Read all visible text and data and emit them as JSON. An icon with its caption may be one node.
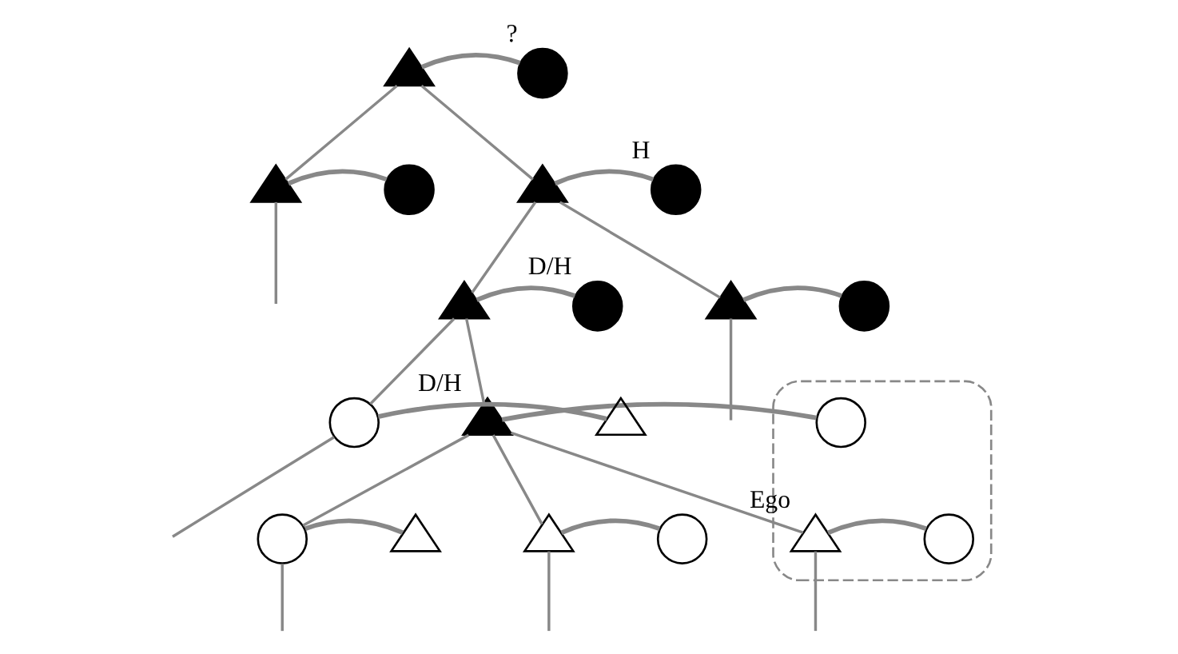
{
  "diagram": {
    "nodes": [
      {
        "text": [],
        "shape": "triangle"
      },
      {
        "text": [],
        "shape": "circle",
        "beside": [
          "?"
        ]
      },
      {
        "text": [],
        "shape": "triangle"
      },
      {
        "text": [],
        "shape": "circle"
      },
      {
        "text": [],
        "shape": "triangle"
      },
      {
        "text": [],
        "shape": "circle",
        "beside": [
          "H"
        ]
      },
      {
        "text": [],
        "shape": "triangle"
      },
      {
        "text": [],
        "shape": "circle",
        "beside": [
          "D/H"
        ]
      },
      {
        "text": [],
        "shape": "triangle"
      },
      {
        "text": [],
        "shape": "circle"
      },
      {
        "text": [],
        "shape": "ellipse"
      },
      {
        "text": [],
        "shape": "triangle",
        "beside": [
          "D/H"
        ]
      },
      {
        "text": [],
        "shape": "circle",
        "in": 10
      },
      {
        "text": [],
        "shape": "circle"
      },
      {
        "text": [],
        "shape": "triangle"
      },
      {
        "text": [],
        "shape": "triangle",
        "beside": [
          "Ego"
        ],
        "in": 10
      },
      {
        "text": [],
        "shape": "circle",
        "in": 10
      },
      {
        "text": [],
        "shape": "circle"
      },
      {
        "text": [],
        "shape": "triangle"
      },
      {
        "text": [],
        "shape": "triangle"
      },
      {
        "text": [],
        "shape": "circle"
      }
    ],
    "edges": [
      {
        "from": 0,
        "to": 1,
        "arrow": "none"
      },
      {
        "from": 0,
        "to": 2,
        "arrow": "none"
      },
      {
        "from": 0,
        "to": 4,
        "arrow": "none"
      },
      {
        "from": 2,
        "to": 3,
        "arrow": "none"
      },
      {
        "from": 4,
        "to": 5,
        "arrow": "none"
      },
      {
        "from": 2,
        "to": null,
        "arrow": "none"
      },
      {
        "from": 4,
        "to": 6,
        "arrow": "none"
      },
      {
        "from": 4,
        "to": 8,
        "arrow": "none"
      },
      {
        "from": 6,
        "to": 7,
        "arrow": "none"
      },
      {
        "from": 8,
        "to": 9,
        "arrow": "none"
      },
      {
        "from": 6,
        "to": 11,
        "arrow": "none"
      },
      {
        "from": 6,
        "to": 13,
        "arrow": "none"
      },
      {
        "from": 8,
        "to": null,
        "arrow": "none"
      },
      {
        "from": 11,
        "to": 12,
        "arrow": "none"
      },
      {
        "from": 13,
        "to": 14,
        "arrow": "none"
      },
      {
        "from": 11,
        "to": 15,
        "arrow": "none"
      },
      {
        "from": 11,
        "to": 17,
        "arrow": "none"
      },
      {
        "from": 11,
        "to": 19,
        "arrow": "none"
      },
      {
        "from": 13,
        "to": null,
        "arrow": "none"
      },
      {
        "from": 15,
        "to": 16,
        "arrow": "none"
      },
      {
        "from": 17,
        "to": 18,
        "arrow": "none"
      },
      {
        "from": 19,
        "to": 20,
        "arrow": "none"
      },
      {
        "from": 15,
        "to": null,
        "arrow": "none"
      },
      {
        "from": 17,
        "to": null,
        "arrow": "none"
      },
      {
        "from": 19,
        "to": null,
        "arrow": "none"
      }
    ]
  }
}
